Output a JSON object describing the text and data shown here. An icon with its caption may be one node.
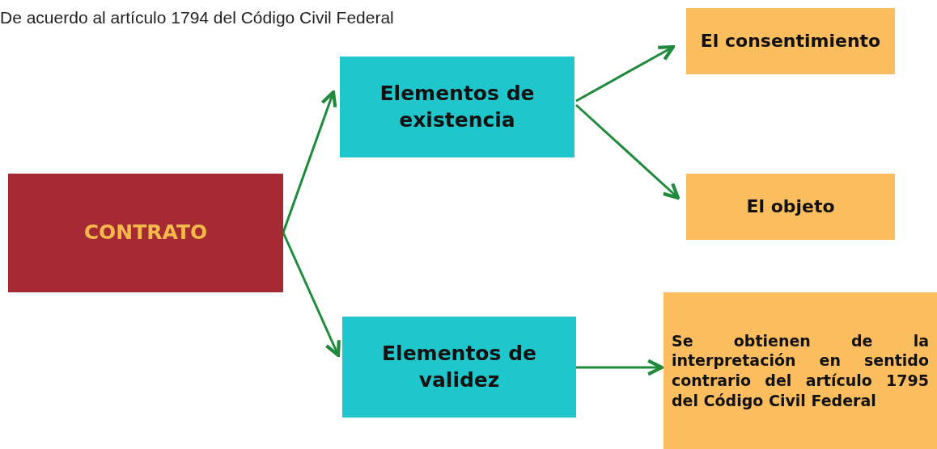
{
  "diagram": {
    "title": "De acuerdo al artículo 1794 del Código Civil Federal",
    "nodes": [
      {
        "text": [
          "CONTRATO"
        ]
      },
      {
        "text": [
          "Elementos de existencia"
        ]
      },
      {
        "text": [
          "El consentimiento"
        ]
      },
      {
        "text": [
          "El objeto"
        ]
      },
      {
        "text": [
          "Elementos de validez"
        ]
      },
      {
        "text": [
          "Se obtienen de la interpretación en sentido contrario del artículo 1795 del Código Civil Federal"
        ]
      }
    ],
    "edges": [
      {
        "from": 0,
        "to": 1,
        "arrow": "to"
      },
      {
        "from": 0,
        "to": 4,
        "arrow": "to"
      },
      {
        "from": 1,
        "to": 2,
        "arrow": "to"
      },
      {
        "from": 1,
        "to": 3,
        "arrow": "to"
      },
      {
        "from": 4,
        "to": 5,
        "arrow": "to"
      }
    ]
  }
}
